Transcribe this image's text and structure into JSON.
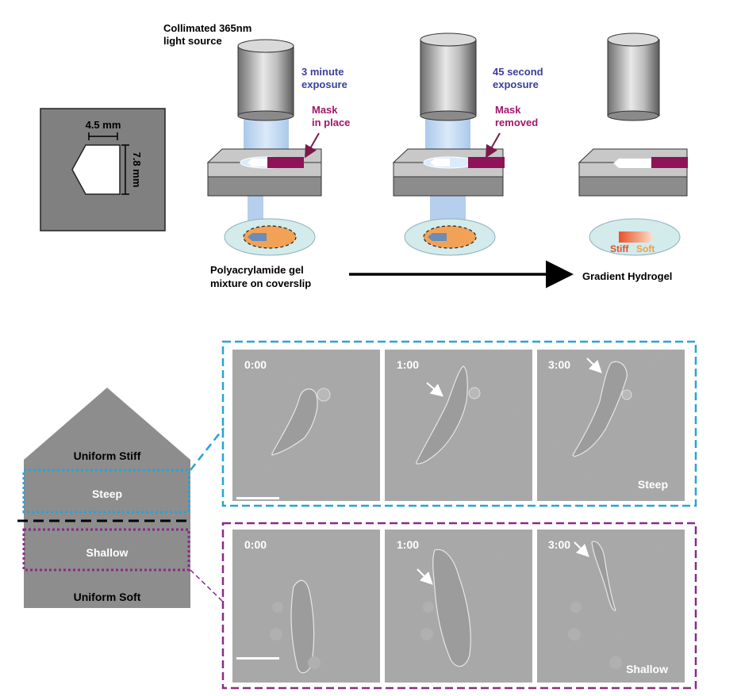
{
  "setup": {
    "source_label_line1": "Collimated 365nm",
    "source_label_line2": "light source",
    "exp1_line1": "3 minute",
    "exp1_line2": "exposure",
    "mask1_line1": "Mask",
    "mask1_line2": "in place",
    "exp2_line1": "45 second",
    "exp2_line2": "exposure",
    "mask2_line1": "Mask",
    "mask2_line2": "removed",
    "gel_label_line1": "Polyacrylamide gel",
    "gel_label_line2": "mixture on coverslip",
    "result_label": "Gradient Hydrogel",
    "stiff_label": "Stiff",
    "soft_label": "Soft"
  },
  "mask_shape": {
    "width_label": "4.5 mm",
    "height_label": "7.8 mm"
  },
  "gradient_regions": {
    "uniform_stiff": "Uniform Stiff",
    "steep": "Steep",
    "shallow": "Shallow",
    "uniform_soft": "Uniform Soft"
  },
  "timelapse": {
    "steep_panels": [
      {
        "time": "0:00"
      },
      {
        "time": "1:00"
      },
      {
        "time": "3:00",
        "corner_label": "Steep"
      }
    ],
    "shallow_panels": [
      {
        "time": "0:00"
      },
      {
        "time": "1:00"
      },
      {
        "time": "3:00",
        "corner_label": "Shallow"
      }
    ]
  },
  "colors": {
    "steep_box": "#29a3d6",
    "shallow_box": "#8a2a86",
    "exposure_text": "#3a3f9a",
    "mask_text": "#a0176b",
    "mask_fill": "#8e1457",
    "stiff_text": "#e0502a",
    "soft_text": "#f0a040"
  }
}
